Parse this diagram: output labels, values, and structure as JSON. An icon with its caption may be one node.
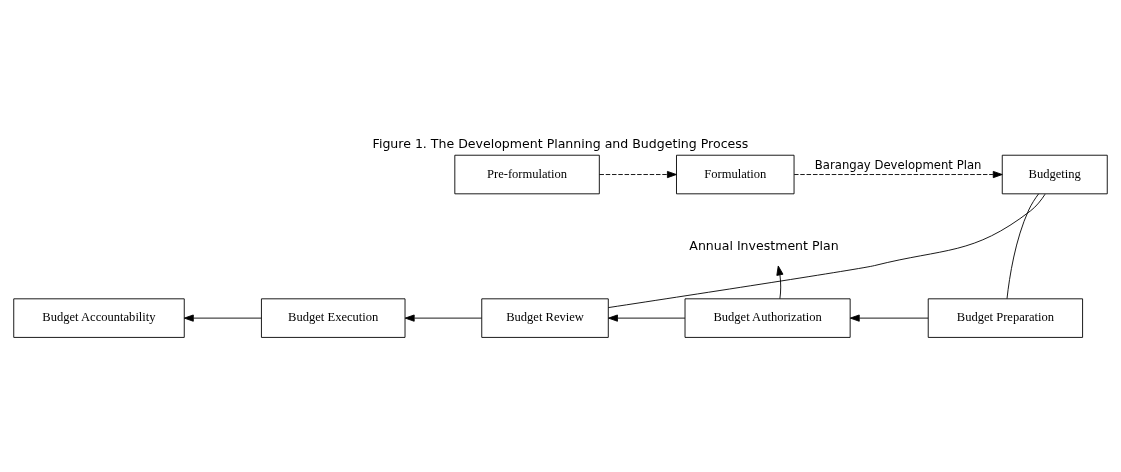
{
  "diagram": {
    "title": "Figure 1. The Development Planning and Budgeting Process",
    "nodes": [
      {
        "text": [
          "Pre-formulation"
        ]
      },
      {
        "text": [
          "Formulation"
        ]
      },
      {
        "text": [
          "Budgeting"
        ]
      },
      {
        "text": [
          "Annual Investment Plan"
        ]
      },
      {
        "text": [
          "Budget Accountability"
        ]
      },
      {
        "text": [
          "Budget Execution"
        ]
      },
      {
        "text": [
          "Budget Review"
        ]
      },
      {
        "text": [
          "Budget Authorization"
        ]
      },
      {
        "text": [
          "Budget Preparation"
        ]
      }
    ],
    "edges": [
      {
        "from": 0,
        "to": 1,
        "arrow": "to",
        "style": "dashed"
      },
      {
        "from": 1,
        "to": 2,
        "arrow": "to",
        "style": "dashed",
        "label": "Barangay Development Plan"
      },
      {
        "from": 2,
        "to": 8,
        "arrow": "none"
      },
      {
        "from": 8,
        "to": 7,
        "arrow": "to"
      },
      {
        "from": 7,
        "to": 6,
        "arrow": "to"
      },
      {
        "from": 6,
        "to": 5,
        "arrow": "to"
      },
      {
        "from": 5,
        "to": 4,
        "arrow": "to"
      },
      {
        "from": 6,
        "to": 2,
        "arrow": "none"
      },
      {
        "from": 7,
        "to": 3,
        "arrow": "to"
      }
    ]
  }
}
